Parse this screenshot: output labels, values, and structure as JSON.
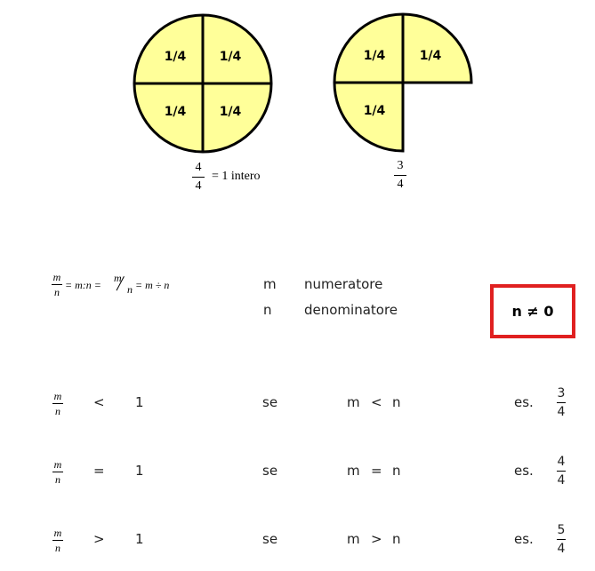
{
  "colors": {
    "pie_fill": "#FFFF99",
    "pie_stroke": "#000000",
    "alert_border": "#E02020"
  },
  "diagram": {
    "whole": {
      "quarters": [
        "1/4",
        "1/4",
        "1/4",
        "1/4"
      ],
      "caption": {
        "numerator": "4",
        "denominator": "4",
        "text": "= 1 intero"
      }
    },
    "three_quarters": {
      "quarters": [
        "1/4",
        "1/4",
        "1/4"
      ],
      "caption": {
        "numerator": "3",
        "denominator": "4"
      }
    }
  },
  "definition": {
    "formula": {
      "frac_num": "m",
      "frac_den": "n",
      "eq1": "= m:n =",
      "slash_num": "m",
      "slash_den": "n",
      "eq2": "= m ÷ n"
    },
    "terms": [
      {
        "symbol": "m",
        "label": "numeratore"
      },
      {
        "symbol": "n",
        "label": "denominatore"
      }
    ],
    "condition": "n ≠ 0"
  },
  "comparisons": [
    {
      "num": "m",
      "den": "n",
      "op": "<",
      "value": "1",
      "se": "se",
      "left": "m",
      "relation": "<",
      "right": "n",
      "es": "es.",
      "ex_num": "3",
      "ex_den": "4"
    },
    {
      "num": "m",
      "den": "n",
      "op": "=",
      "value": "1",
      "se": "se",
      "left": "m",
      "relation": "=",
      "right": "n",
      "es": "es.",
      "ex_num": "4",
      "ex_den": "4"
    },
    {
      "num": "m",
      "den": "n",
      "op": ">",
      "value": "1",
      "se": "se",
      "left": "m",
      "relation": ">",
      "right": "n",
      "es": "es.",
      "ex_num": "5",
      "ex_den": "4"
    }
  ]
}
